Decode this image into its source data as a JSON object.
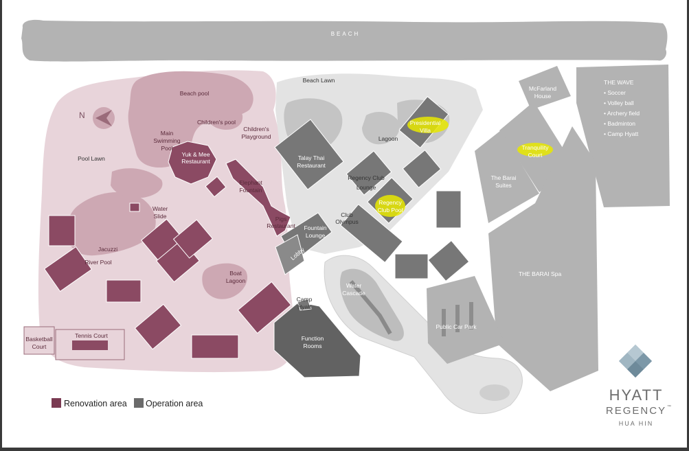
{
  "beach_label": "BEACH",
  "compass_label": "N",
  "labels": {
    "beach_lawn": "Beach Lawn",
    "beach_pool": "Beach pool",
    "childrens_pool": "Children's pool",
    "childrens_playground_1": "Children's",
    "childrens_playground_2": "Playground",
    "main_pool_1": "Main",
    "main_pool_2": "Swimming",
    "main_pool_3": "Pool",
    "pool_lawn": "Pool Lawn",
    "talay_1": "Talay Thai",
    "talay_2": "Restaurant",
    "lagoon": "Lagoon",
    "yuk_mee_1": "Yuk & Mee",
    "yuk_mee_2": "Restaurant",
    "elephant_1": "Elephant",
    "elephant_2": "Fountain",
    "water_slide_1": "Water",
    "water_slide_2": "Slide",
    "pigs_1": "Pigs",
    "pigs_2": "Restaurant",
    "regency_club_1": "Regency Club",
    "regency_club_2": "Lounge",
    "regency_pool_1": "Regency",
    "regency_pool_2": "Club Pool",
    "presidential_1": "Presidential",
    "presidential_2": "Villa",
    "jacuzzi": "Jacuzzi",
    "river_pool": "River Pool",
    "fountain_lounge_1": "Fountain",
    "fountain_lounge_2": "Lounge",
    "club_olympus_1": "Club",
    "club_olympus_2": "Olympus",
    "lobby": "Lobby",
    "boat_lagoon_1": "Boat",
    "boat_lagoon_2": "Lagoon",
    "water_cascade_1": "Water",
    "water_cascade_2": "Cascade",
    "camp_hyatt_1": "Camp",
    "camp_hyatt_2": "Hyatt",
    "function_1": "Function",
    "function_2": "Rooms",
    "tennis": "Tennis Court",
    "basketball_1": "Basketball",
    "basketball_2": "Court",
    "mcfarland_1": "McFarland",
    "mcfarland_2": "House",
    "tranquility_1": "Tranquility",
    "tranquility_2": "Court",
    "barai_suites_1": "The Barai",
    "barai_suites_2": "Suites",
    "barai_spa": "THE BARAI Spa",
    "public_car_park": "Public Car Park"
  },
  "the_wave": {
    "title": "THE WAVE",
    "items": [
      "• Soccer",
      "• Volley ball",
      "• Archery field",
      "• Badminton",
      "• Camp Hyatt"
    ]
  },
  "legend": {
    "renovation": "Renovation area",
    "operation": "Operation area"
  },
  "brand": {
    "line1": "HYATT",
    "line2": "REGENCY",
    "trademark": "™",
    "line3": "HUA HIN"
  },
  "colors": {
    "renovation": "#7a3a52",
    "renovation_light": "#d9bcc4",
    "operation": "#6b6b6b",
    "operation_light": "#b8b8b8",
    "highlight": "#e8e800",
    "brand_text": "#6d6d6d",
    "logo": "#8ea6b4"
  }
}
